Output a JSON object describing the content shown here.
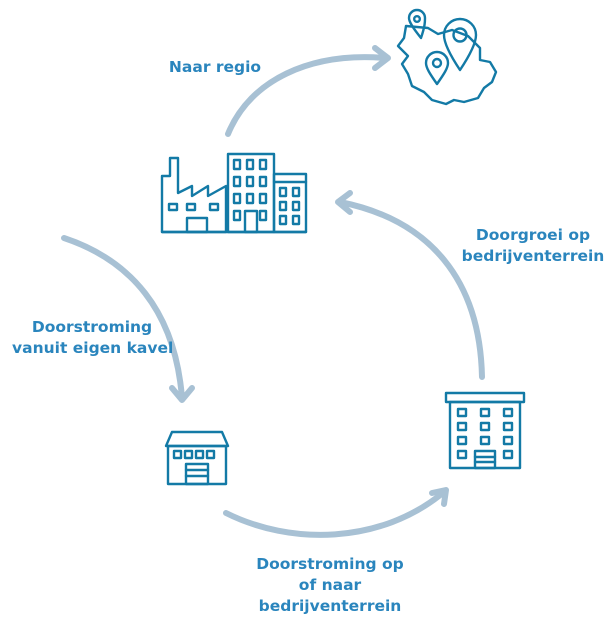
{
  "labels": {
    "naar_regio": [
      "Naar regio"
    ],
    "doorgroei": [
      "Doorgroei op",
      "bedrijventerrein"
    ],
    "doorstroming_vanuit": [
      "Doorstroming",
      "vanuit eigen kavel"
    ],
    "doorstroming_op": [
      "Doorstroming op",
      "of naar",
      "bedrijventerrein"
    ]
  },
  "icons": [
    "region-map-icon",
    "industrial-buildings-icon",
    "office-building-icon",
    "small-warehouse-icon"
  ],
  "colors": {
    "label_text": "#2a85bd",
    "icon_stroke": "#137aa6",
    "arrow": "#a8c1d4"
  }
}
